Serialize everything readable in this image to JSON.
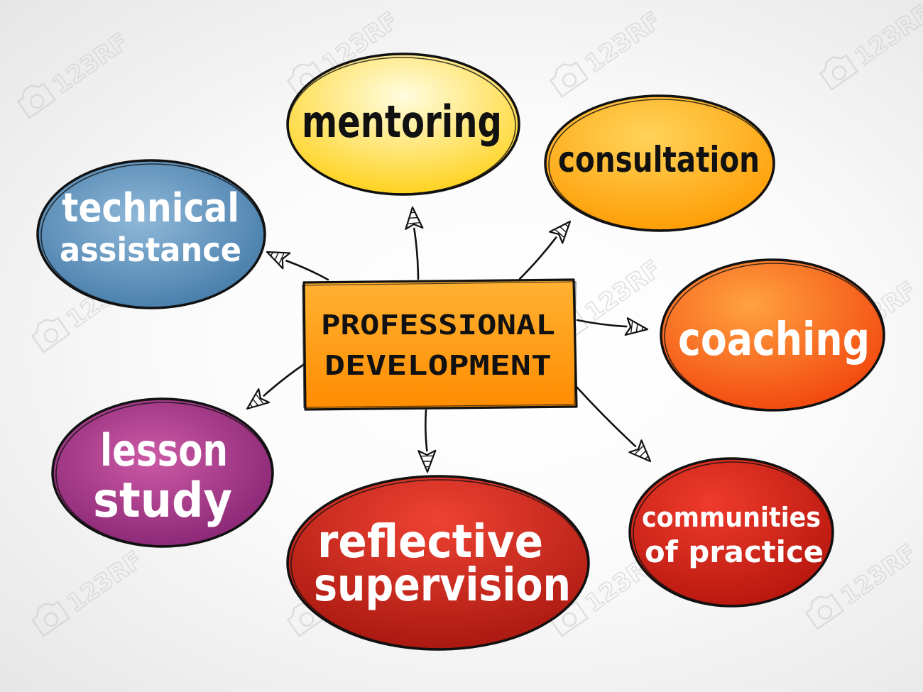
{
  "center": {
    "line1": "PROFESSIONAL",
    "line2": "DEVELOPMENT",
    "fill_top": "#ffb233",
    "fill_bottom": "#ff8c00"
  },
  "nodes": [
    {
      "id": "mentoring",
      "lines": [
        "mentoring"
      ],
      "fill_light": "#fffde0",
      "fill_dark": "#ffd21f",
      "text_color": "#111111"
    },
    {
      "id": "consultation",
      "lines": [
        "consultation"
      ],
      "fill_light": "#ffd45a",
      "fill_dark": "#ff9a00",
      "text_color": "#111111"
    },
    {
      "id": "technical-assistance",
      "lines": [
        "technical",
        "assistance"
      ],
      "fill_light": "#8fb8d8",
      "fill_dark": "#3f77a6",
      "text_color": "#ffffff"
    },
    {
      "id": "coaching",
      "lines": [
        "coaching"
      ],
      "fill_light": "#ffa240",
      "fill_dark": "#f2450d",
      "text_color": "#ffffff"
    },
    {
      "id": "lesson-study",
      "lines": [
        "lesson",
        "study"
      ],
      "fill_light": "#cc5aa6",
      "fill_dark": "#7d1d6b",
      "text_color": "#ffffff"
    },
    {
      "id": "reflective-supervision",
      "lines": [
        "reflective",
        "supervision"
      ],
      "fill_light": "#ee4233",
      "fill_dark": "#a5160e",
      "text_color": "#ffffff"
    },
    {
      "id": "communities-of-practice",
      "lines": [
        "communities",
        "of practice"
      ],
      "fill_light": "#ee3b2c",
      "fill_dark": "#b3140c",
      "text_color": "#ffffff"
    }
  ],
  "watermark": {
    "text": "123RF",
    "color": "#c9c9c9"
  }
}
